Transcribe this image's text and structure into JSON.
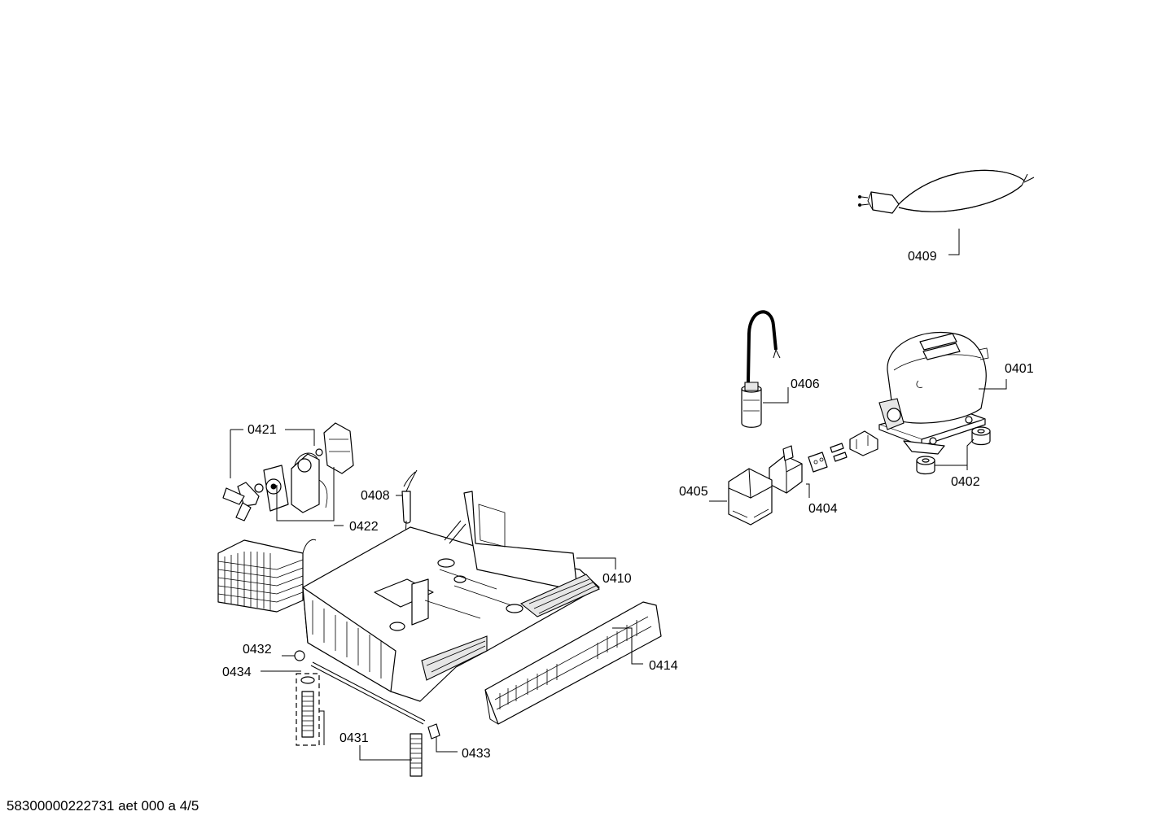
{
  "labels": {
    "p0401": "0401",
    "p0402": "0402",
    "p0404": "0404",
    "p0405": "0405",
    "p0406": "0406",
    "p0408": "0408",
    "p0409": "0409",
    "p0410": "0410",
    "p0414": "0414",
    "p0421": "0421",
    "p0422": "0422",
    "p0431": "0431",
    "p0432": "0432",
    "p0433": "0433",
    "p0434": "0434"
  },
  "footer": "58300000222731 aet 000 a 4/5"
}
